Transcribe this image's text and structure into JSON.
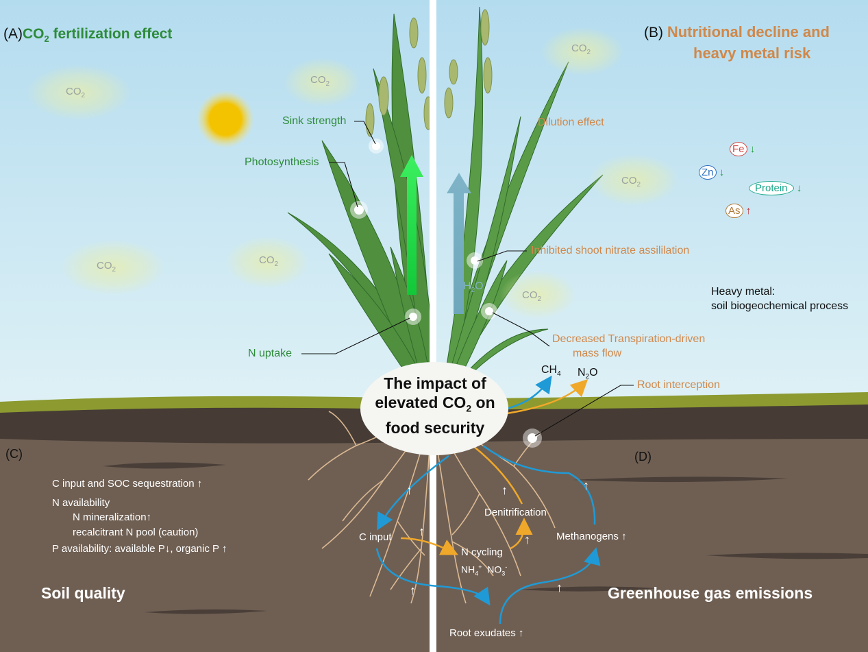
{
  "panel_a": {
    "letter": "(A)",
    "title_prefix": "CO",
    "title_sub": "2",
    "title_suffix": " fertilization effect"
  },
  "panel_b": {
    "letter": "(B)",
    "title_line1": "Nutritional decline and",
    "title_line2": "heavy metal risk"
  },
  "panel_c": {
    "letter": "(C)",
    "heading": "Soil quality",
    "items": [
      "C input and SOC sequestration",
      "N availability",
      "N mineralization",
      "recalcitrant N pool (caution)",
      "P availability: available P",
      ", organic P"
    ]
  },
  "panel_d": {
    "letter": "(D)",
    "heading": "Greenhouse gas emissions"
  },
  "center": {
    "line1": "The impact of",
    "line2_prefix": "elevated CO",
    "line2_sub": "2",
    "line2_suffix": " on",
    "line3": "food security"
  },
  "labels": {
    "sink_strength": "Sink strength",
    "photosynthesis": "Photosynthesis",
    "n_uptake": "N uptake",
    "dilution_effect": "Dilution effect",
    "inhibited_nitrate": "Inhibited shoot nitrate assililation",
    "decreased_transpiration_1": "Decreased Transpiration-driven",
    "decreased_transpiration_2": "mass flow",
    "root_interception": "Root interception",
    "heavy_metal_1": "Heavy metal:",
    "heavy_metal_2": "soil biogeochemical process",
    "h2o": "H2O",
    "ch4_main": "CH",
    "ch4_sub": "4",
    "n2o_a": "N",
    "n2o_sub": "2",
    "n2o_b": "O"
  },
  "nutrients": {
    "fe": "Fe",
    "zn": "Zn",
    "protein": "Protein",
    "as": "As"
  },
  "co2_labels": {
    "main": "CO",
    "sub": "2"
  },
  "soil_processes": {
    "c_input": "C input",
    "n_cycling": "N cycling",
    "nh4": "NH",
    "nh4_sub": "4",
    "nh4_sup": "+",
    "no3": "NO",
    "no3_sub": "3",
    "no3_sup": "-",
    "denitrification": "Denitrification",
    "methanogens": "Methanogens",
    "root_exudates": "Root exudates"
  },
  "colors": {
    "sky_top": "#b9dff0",
    "sky_bottom": "#d7eef5",
    "grass": "#8c9a30",
    "soil_dark": "#443a33",
    "soil": "#6f5f53",
    "green_text": "#2e8b3a",
    "orange_text": "#d0884a",
    "green_arrow": "#22dd44",
    "blue_arrow": "#6ea8bd",
    "flow_blue": "#1f9ad6",
    "flow_orange": "#f0a82a"
  }
}
